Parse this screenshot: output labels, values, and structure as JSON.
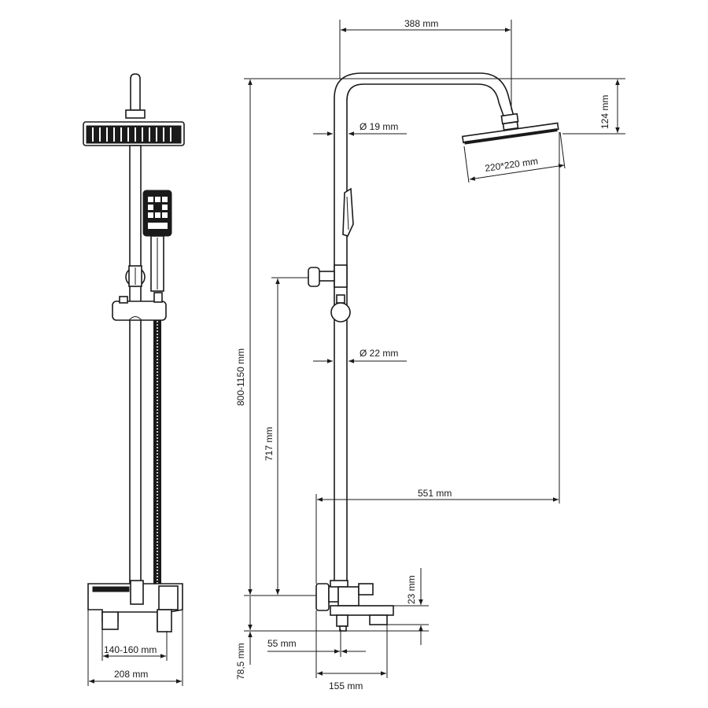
{
  "dimensions": {
    "top_width": "388 mm",
    "top_height": "124 mm",
    "pipe_diameter_upper": "Ø 19 mm",
    "head_size": "220*220 mm",
    "pipe_diameter_lower": "Ø 22 mm",
    "overall_height": "800-1150 mm",
    "holder_height": "717 mm",
    "head_reach": "551 mm",
    "spout_height": "23 mm",
    "mixer_offset": "55 mm",
    "mixer_base_height": "78,5 mm",
    "spout_reach": "155 mm",
    "center_distance": "140-160 mm",
    "mixer_width": "208 mm"
  }
}
